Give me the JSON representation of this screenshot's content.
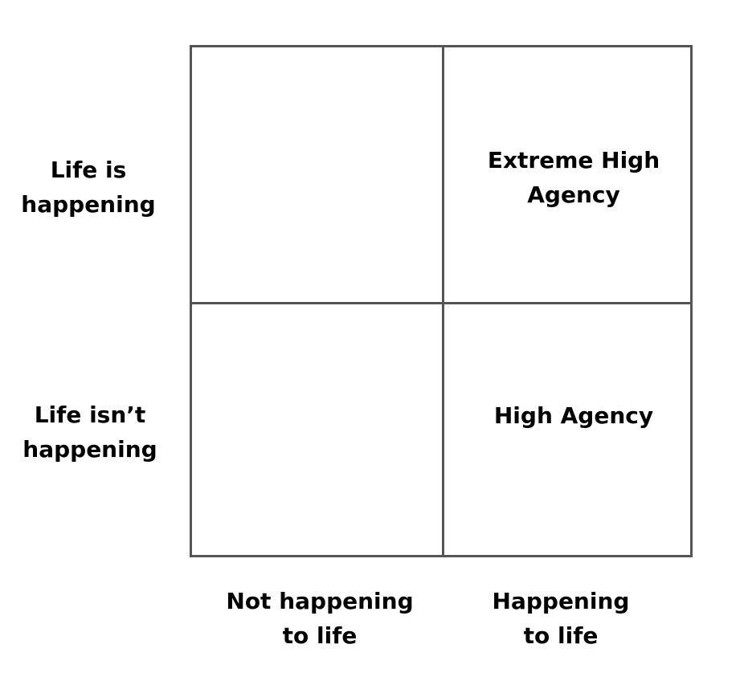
{
  "rows": [
    {
      "label": "Life is\nhappening"
    },
    {
      "label": "Life isn’t\nhappening"
    }
  ],
  "columns": [
    {
      "label": "Not happening\nto life"
    },
    {
      "label": "Happening\nto life"
    }
  ],
  "cells": {
    "top_left": "",
    "top_right": "Extreme High\nAgency",
    "bottom_left": "",
    "bottom_right": "High Agency"
  },
  "colors": {
    "grid_line": "#555555",
    "text": "#000000",
    "background": "#ffffff"
  }
}
